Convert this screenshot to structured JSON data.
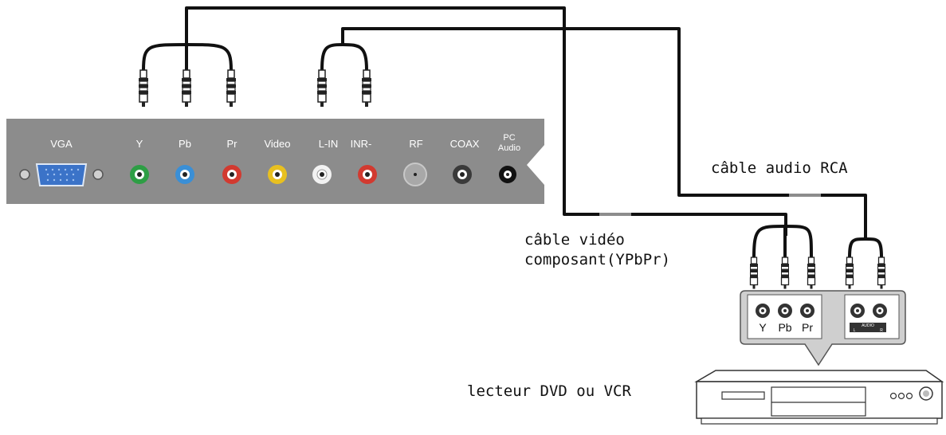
{
  "tv_panel": {
    "vga_label": "VGA",
    "y_label": "Y",
    "pb_label": "Pb",
    "pr_label": "Pr",
    "video_label": "Video",
    "lin_label": "L-IN",
    "rin_label": "INR-",
    "rf_label": "RF",
    "coax_label": "COAX",
    "pc_audio_line1": "PC",
    "pc_audio_line2": "Audio"
  },
  "captions": {
    "audio_cable": "câble audio RCA",
    "video_cable_line1": "câble vidéo",
    "video_cable_line2": "composant(YPbPr)",
    "player": "lecteur DVD ou VCR"
  },
  "dvd_panel": {
    "y_label": "Y",
    "pb_label": "Pb",
    "pr_label": "Pr",
    "audio_label": "AUDIO",
    "l_label": "L",
    "r_label": "R"
  },
  "colors": {
    "panel": "#8c8c8c",
    "cable": "#111111",
    "y_jack": "#2e9e45",
    "pb_jack": "#3a8fd6",
    "pr_jack": "#d23a30",
    "video_jack": "#e8c020",
    "white_jack": "#f2f2f2",
    "red_jack": "#d23a30"
  }
}
